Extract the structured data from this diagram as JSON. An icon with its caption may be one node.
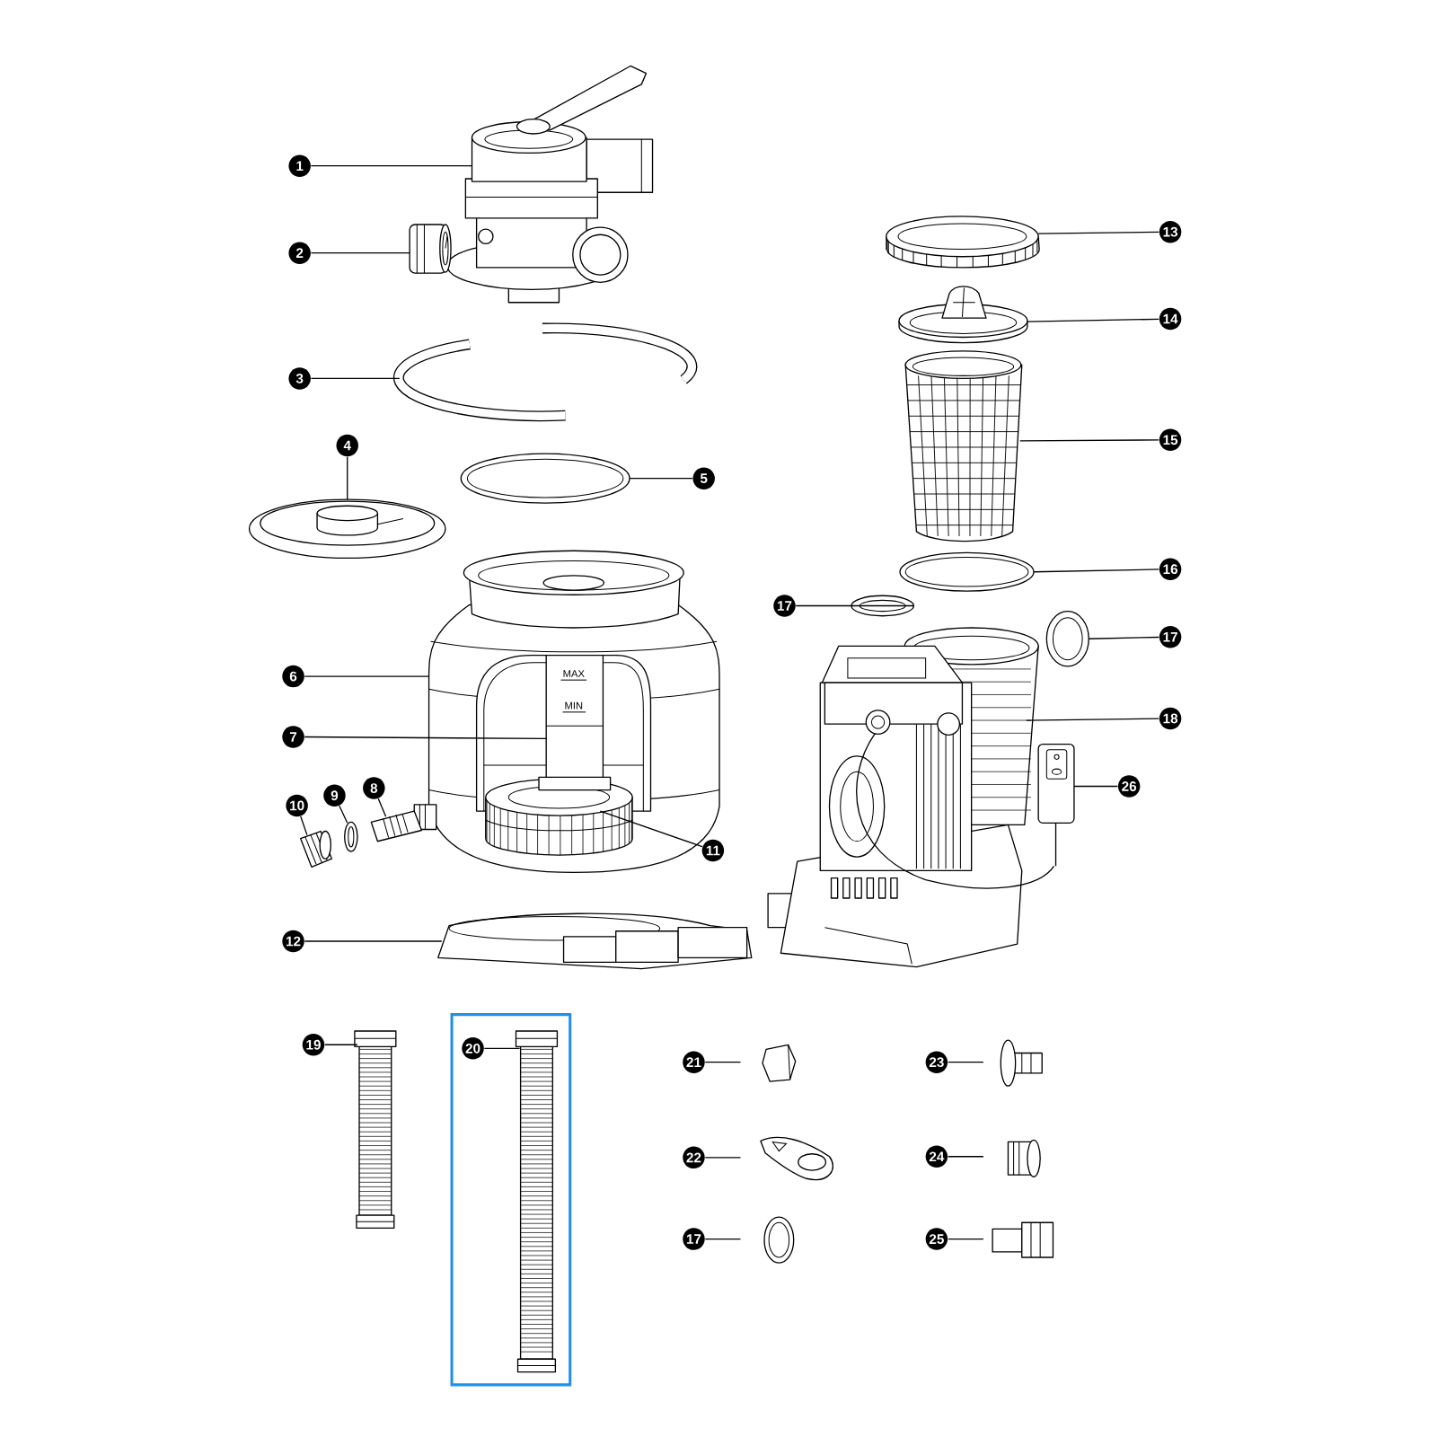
{
  "diagram": {
    "nodes": [
      {
        "text": [
          "1"
        ]
      },
      {
        "text": [],
        "shape": "picture"
      },
      {
        "text": [
          "2"
        ]
      },
      {
        "text": [],
        "shape": "picture"
      },
      {
        "text": [
          "3"
        ]
      },
      {
        "text": [],
        "shape": "picture"
      },
      {
        "text": [
          "4"
        ]
      },
      {
        "text": [],
        "shape": "picture"
      },
      {
        "text": [
          "5"
        ]
      },
      {
        "text": [],
        "shape": "picture"
      },
      {
        "text": [
          "6"
        ]
      },
      {
        "text": [],
        "shape": "picture"
      },
      {
        "text": [
          "7"
        ]
      },
      {
        "text": [],
        "shape": "picture",
        "in": 11
      },
      {
        "text": [
          "8"
        ]
      },
      {
        "text": [],
        "shape": "picture"
      },
      {
        "text": [
          "9"
        ]
      },
      {
        "text": [],
        "shape": "picture"
      },
      {
        "text": [
          "10"
        ]
      },
      {
        "text": [],
        "shape": "picture"
      },
      {
        "text": [
          "11"
        ]
      },
      {
        "text": [],
        "shape": "picture",
        "in": 11
      },
      {
        "text": [
          "12"
        ]
      },
      {
        "text": [],
        "shape": "picture"
      },
      {
        "text": [
          "13"
        ]
      },
      {
        "text": [],
        "shape": "picture"
      },
      {
        "text": [
          "14"
        ]
      },
      {
        "text": [],
        "shape": "picture"
      },
      {
        "text": [
          "15"
        ]
      },
      {
        "text": [],
        "shape": "picture"
      },
      {
        "text": [
          "16"
        ]
      },
      {
        "text": [],
        "shape": "picture"
      },
      {
        "text": [
          "17"
        ]
      },
      {
        "text": [],
        "shape": "picture"
      },
      {
        "text": [
          "17"
        ]
      },
      {
        "text": [],
        "shape": "picture"
      },
      {
        "text": [
          "18"
        ]
      },
      {
        "text": [],
        "shape": "picture"
      },
      {
        "text": [
          "26"
        ]
      },
      {
        "text": [],
        "shape": "picture"
      },
      {
        "text": [
          "19"
        ]
      },
      {
        "text": [],
        "shape": "picture"
      },
      {
        "text": [
          "20"
        ]
      },
      {
        "text": [],
        "shape": "picture"
      },
      {
        "text": [
          "21"
        ]
      },
      {
        "text": [],
        "shape": "picture"
      },
      {
        "text": [
          "22"
        ]
      },
      {
        "text": [],
        "shape": "picture"
      },
      {
        "text": [
          "17"
        ]
      },
      {
        "text": [],
        "shape": "picture"
      },
      {
        "text": [
          "23"
        ]
      },
      {
        "text": [],
        "shape": "picture"
      },
      {
        "text": [
          "24"
        ]
      },
      {
        "text": [],
        "shape": "picture"
      },
      {
        "text": [
          "25"
        ]
      },
      {
        "text": [],
        "shape": "picture"
      }
    ],
    "edges": [
      {
        "from": 0,
        "to": 1,
        "arrow": "none"
      },
      {
        "from": 2,
        "to": 3,
        "arrow": "none"
      },
      {
        "from": 4,
        "to": 5,
        "arrow": "none"
      },
      {
        "from": 6,
        "to": 7,
        "arrow": "none"
      },
      {
        "from": 8,
        "to": 9,
        "arrow": "none"
      },
      {
        "from": 10,
        "to": 11,
        "arrow": "none"
      },
      {
        "from": 12,
        "to": 13,
        "arrow": "none"
      },
      {
        "from": 14,
        "to": 15,
        "arrow": "none"
      },
      {
        "from": 16,
        "to": 17,
        "arrow": "none"
      },
      {
        "from": 18,
        "to": 19,
        "arrow": "none"
      },
      {
        "from": 20,
        "to": 21,
        "arrow": "none"
      },
      {
        "from": 22,
        "to": 23,
        "arrow": "none"
      },
      {
        "from": 24,
        "to": 25,
        "arrow": "none"
      },
      {
        "from": 26,
        "to": 27,
        "arrow": "none"
      },
      {
        "from": 28,
        "to": 29,
        "arrow": "none"
      },
      {
        "from": 30,
        "to": 31,
        "arrow": "none"
      },
      {
        "from": 32,
        "to": 33,
        "arrow": "none"
      },
      {
        "from": 34,
        "to": 35,
        "arrow": "none"
      },
      {
        "from": 36,
        "to": 37,
        "arrow": "none"
      },
      {
        "from": 38,
        "to": 39,
        "arrow": "none"
      },
      {
        "from": 40,
        "to": 41,
        "arrow": "none"
      },
      {
        "from": 42,
        "to": 43,
        "arrow": "none"
      },
      {
        "from": 44,
        "to": 45,
        "arrow": "none"
      },
      {
        "from": 46,
        "to": 47,
        "arrow": "none"
      },
      {
        "from": 48,
        "to": 49,
        "arrow": "none"
      },
      {
        "from": 50,
        "to": 51,
        "arrow": "none"
      },
      {
        "from": 52,
        "to": 53,
        "arrow": "none"
      },
      {
        "from": 54,
        "to": 55,
        "arrow": "none"
      }
    ],
    "labels": [
      "MAX",
      "MIN"
    ]
  }
}
